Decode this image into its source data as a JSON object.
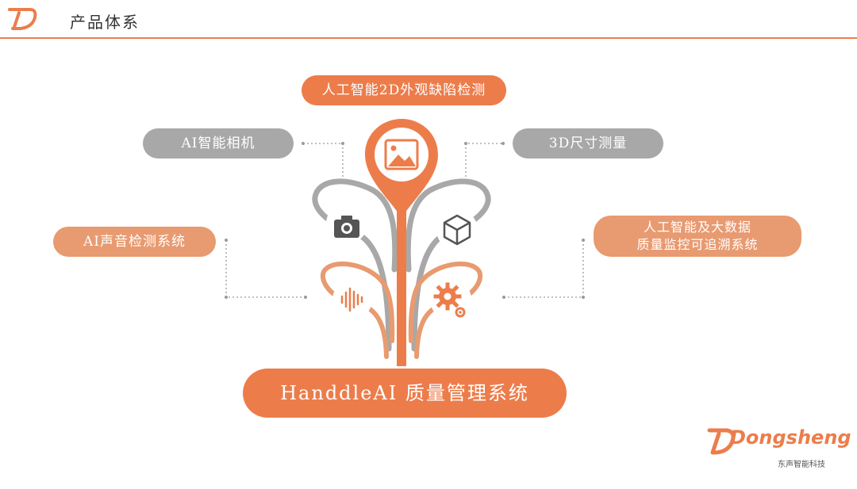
{
  "header": {
    "title": "产品体系"
  },
  "colors": {
    "accent": "#ec7d4b",
    "accent_light": "#e89a70",
    "gray": "#a8a8a8"
  },
  "diagram": {
    "center_label": "HanddleAI 质量管理系统",
    "nodes": {
      "top": "人工智能2D外观缺陷检测",
      "ai_camera": "AI智能相机",
      "measure_3d": "3D尺寸测量",
      "ai_sound": "AI声音检测系统",
      "bigdata_line1": "人工智能及大数据",
      "bigdata_line2": "质量监控可追溯系统"
    },
    "icons": {
      "top": "image-icon",
      "ai_camera": "camera-icon",
      "measure_3d": "cube-icon",
      "ai_sound": "sound-wave-icon",
      "bigdata": "gear-icon"
    }
  },
  "brand": {
    "name": "Dongsheng",
    "subtitle": "东声智能科技"
  }
}
